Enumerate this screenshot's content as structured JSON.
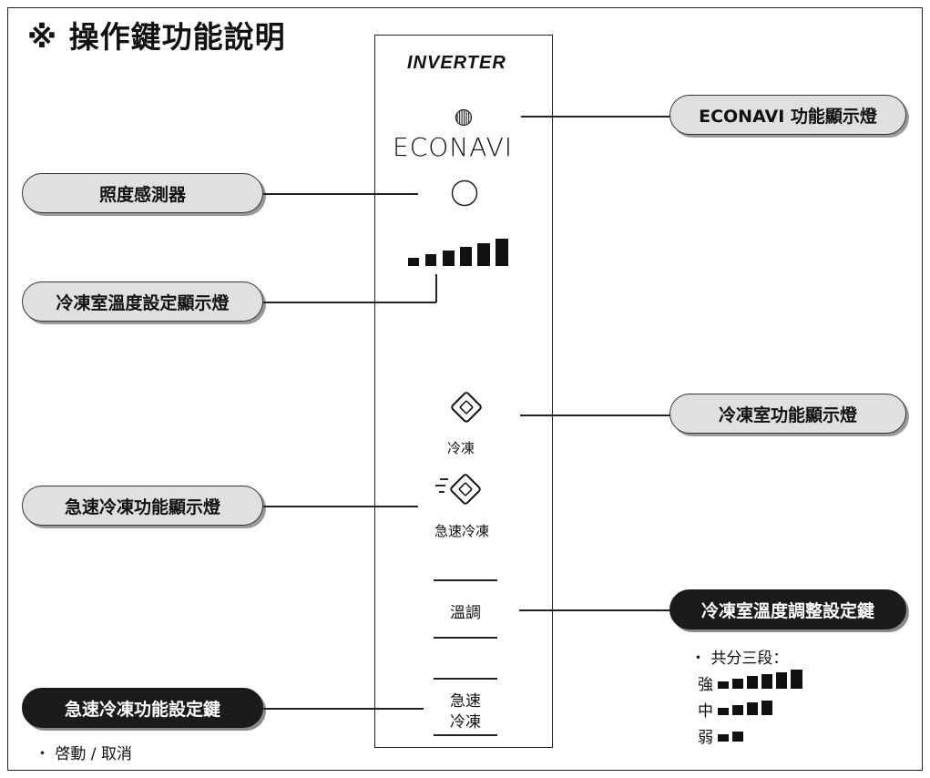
{
  "title": "※ 操作鍵功能說明",
  "panel": {
    "brand_logo": "INVERTER",
    "econavi_logo": "ECONAVI",
    "freeze_icon_label": "冷凍",
    "quick_freeze_icon_label": "急速冷凍",
    "temp_button_label": "溫調",
    "quick_freeze_button_line1": "急速",
    "quick_freeze_button_line2": "冷凍"
  },
  "callouts": {
    "econavi_indicator": "ECONAVI 功能顯示燈",
    "light_sensor": "照度感測器",
    "freezer_temp_indicator": "冷凍室溫度設定顯示燈",
    "freezer_function_indicator": "冷凍室功能顯示燈",
    "quick_freeze_indicator": "急速冷凍功能顯示燈",
    "freezer_temp_key": "冷凍室溫度調整設定鍵",
    "quick_freeze_key": "急速冷凍功能設定鍵"
  },
  "notes": {
    "levels_intro": "・ 共分三段：",
    "level_strong": "強",
    "level_medium": "中",
    "level_weak": "弱",
    "quick_freeze_note": "・ 啓動 / 取消"
  },
  "level_bars": {
    "strong": 6,
    "medium": 4,
    "weak": 2
  },
  "colors": {
    "gray_pill": "#e0e0e0",
    "black_pill": "#1b1b1b",
    "ink": "#111111"
  }
}
